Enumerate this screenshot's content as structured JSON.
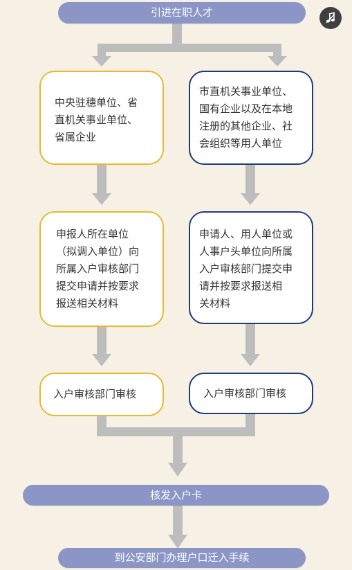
{
  "steps": {
    "top": "引进在职人才",
    "left1": "中央驻穗单位、省\n直机关事业单位、\n省属企业",
    "right1": "市直机关事业单位、\n国有企业以及在本地\n注册的其他企业、社\n会组织等用人单位",
    "left2": "申报人所在单位\n（拟调入单位）向\n所属入户审核部门\n提交申请并按要求\n报送相关材料",
    "right2": "申请人、用人单位或\n人事户头单位向所属\n入户审核部门提交申\n请并按要求报送相\n关材料",
    "left3": "入户审核部门审核",
    "right3": "入户审核部门审核",
    "issue": "核发入户卡",
    "final": "到公安部门办理户口迁入手续"
  },
  "colors": {
    "pill": "#8c96c6",
    "gold_border": "#e9b830",
    "navy_border": "#1f3a7a",
    "connector": "#bdbdbd",
    "background": "#f6f1e4"
  },
  "icons": {
    "music": "music-note-icon"
  }
}
